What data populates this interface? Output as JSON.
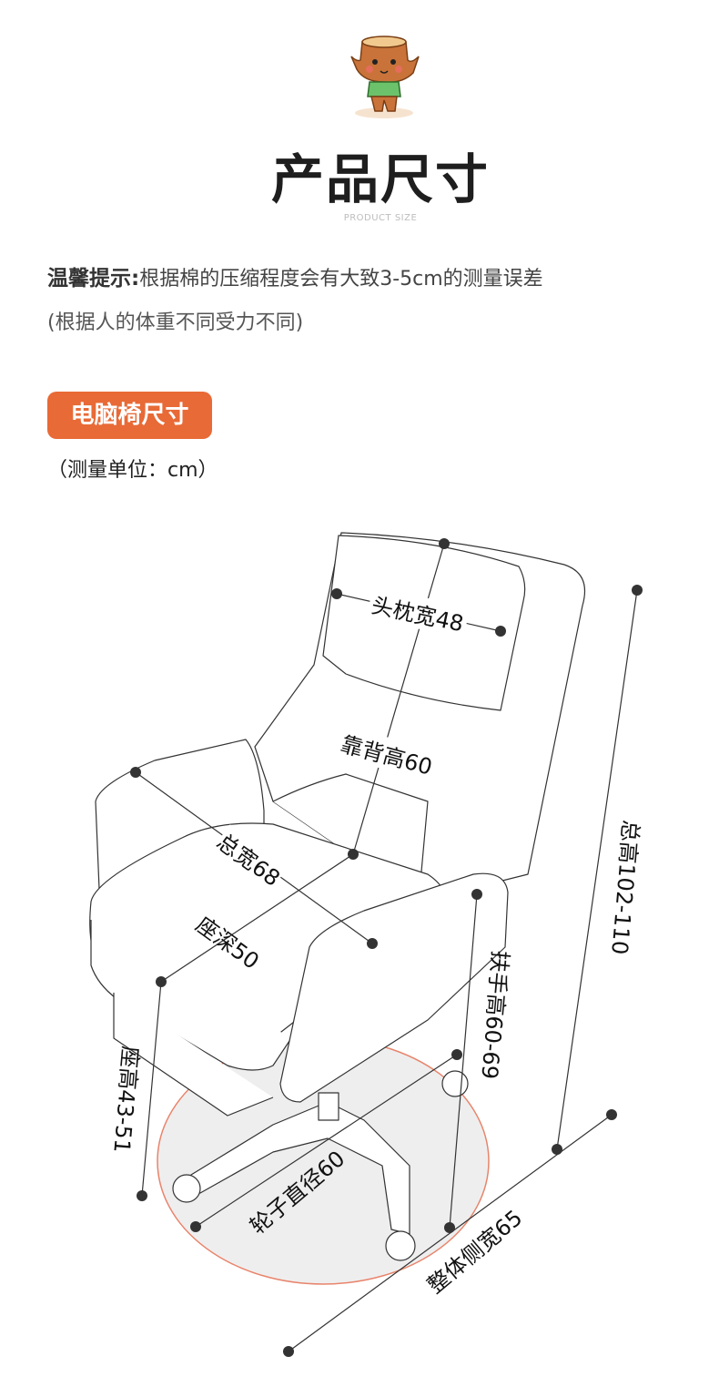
{
  "header": {
    "title": "产品尺寸",
    "subtitle": "PRODUCT SIZE"
  },
  "tip": {
    "label": "温馨提示:",
    "text": "根据棉的压缩程度会有大致3-5cm的测量误差",
    "note": "(根据人的体重不同受力不同)"
  },
  "section": {
    "badge": "电脑椅尺寸",
    "unit": "（测量单位：cm）",
    "badge_color": "#e86a36"
  },
  "dimensions": {
    "headrest_width": "头枕宽48",
    "backrest_height": "靠背高60",
    "total_width": "总宽68",
    "seat_depth": "座深50",
    "seat_height": "座高43-51",
    "armrest_height": "扶手高60-69",
    "total_height": "总高102-110",
    "wheel_diameter": "轮子直径60",
    "side_width": "整体侧宽65"
  }
}
